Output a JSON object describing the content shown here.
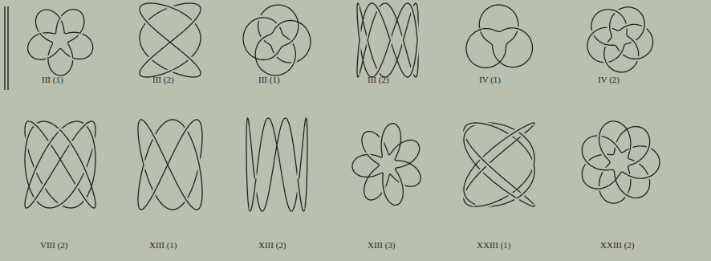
{
  "diagram": {
    "labels": [
      "III (1)",
      "III (2)",
      "III (1)",
      "III (2)",
      "IV (1)",
      "IV (2)",
      "VIII (2)",
      "XIII (1)",
      "XIII (2)",
      "XIII (3)",
      "XXIII (1)",
      "XXIII (2)"
    ]
  }
}
